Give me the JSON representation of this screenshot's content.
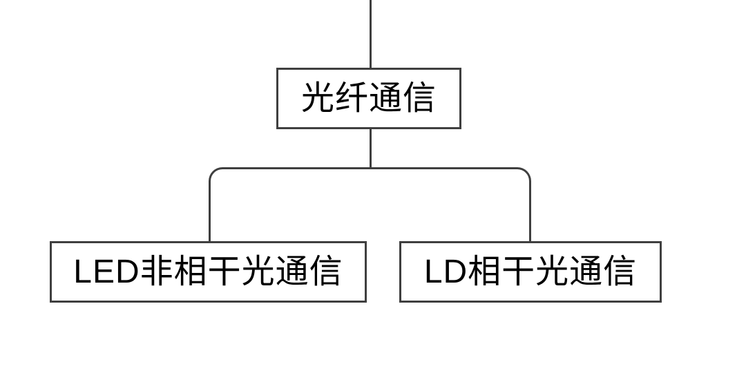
{
  "diagram": {
    "type": "tree",
    "root": {
      "label": "光纤通信"
    },
    "children": [
      {
        "label": "LED非相干光通信"
      },
      {
        "label": "LD相干光通信"
      }
    ],
    "colors": {
      "line": "#3f3f3f",
      "box_border": "#3f3f3f",
      "box_background": "#ffffff",
      "text": "#000000",
      "page_background": "#ffffff"
    }
  }
}
